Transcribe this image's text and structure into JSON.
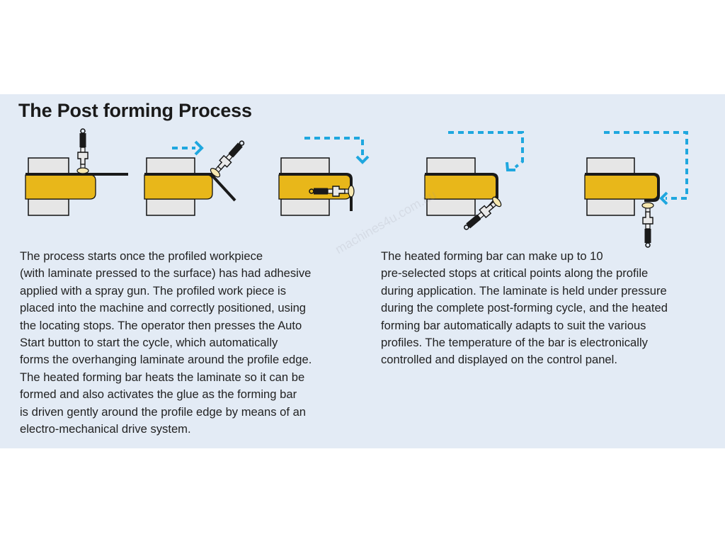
{
  "title": "The Post forming Process",
  "watermark": "machines4u.com.au",
  "colors": {
    "panel": "#e3ebf5",
    "workpiece": "#e8b71a",
    "arrow": "#1fa7df",
    "block": "#e6e6e6",
    "laminate": "#1a1a1a"
  },
  "steps": [
    "step-1-spray",
    "step-2-fold-top",
    "step-3-fold-side",
    "step-4-fold-under",
    "step-5-finish"
  ],
  "left_paragraph": [
    "The process starts once the profiled workpiece",
    "(with laminate pressed to the surface) has had adhesive",
    "applied with a spray gun. The profiled work piece is",
    "placed into the machine and correctly positioned, using",
    "the locating stops. The operator then presses the Auto",
    "Start button to start the cycle, which automatically",
    "forms the overhanging laminate around the profile edge.",
    "The heated forming bar heats the laminate so it can be",
    "formed and also activates the glue as the forming bar",
    "is driven gently around the profile edge by means of an",
    "electro-mechanical drive system."
  ],
  "right_paragraph": [
    "The heated forming bar can make up to 10",
    "pre-selected stops at critical points along the profile",
    "during application. The laminate is held under pressure",
    "during the complete post-forming cycle, and the heated",
    "forming bar automatically adapts to suit the various",
    "profiles. The temperature of the bar is electronically",
    "controlled and displayed on the control panel."
  ]
}
